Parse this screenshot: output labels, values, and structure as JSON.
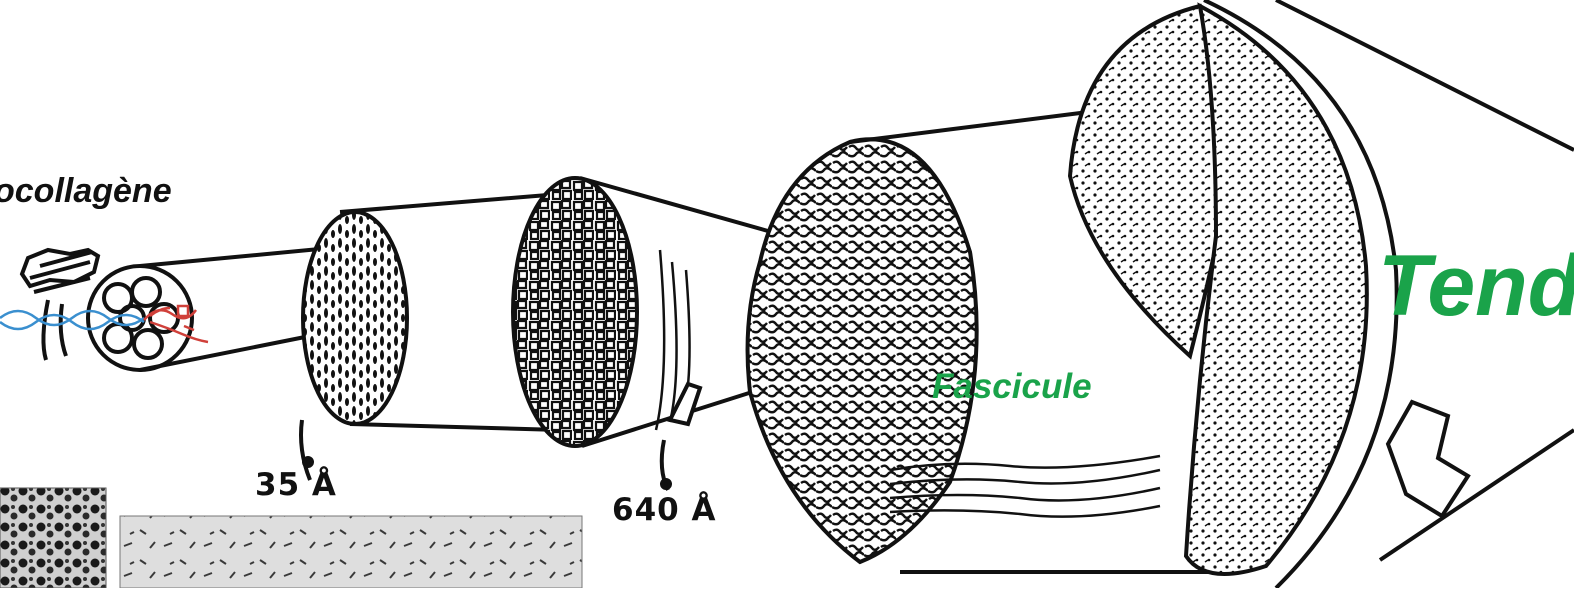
{
  "labels": {
    "tropocollagen": "ocollagène",
    "fascicle": "Fascicule",
    "tendon": "Tend",
    "dim_35": "35 Å",
    "dim_640": "640 Å"
  },
  "colors": {
    "accent_green": "#1aa34a",
    "ink": "#111111",
    "helix_blue": "#3a8fcf",
    "helix_red": "#d0403a"
  },
  "images": [
    {
      "name": "micrograph-cross-section",
      "description_icon": "photo"
    },
    {
      "name": "micrograph-fibrils",
      "description_icon": "photo"
    }
  ]
}
